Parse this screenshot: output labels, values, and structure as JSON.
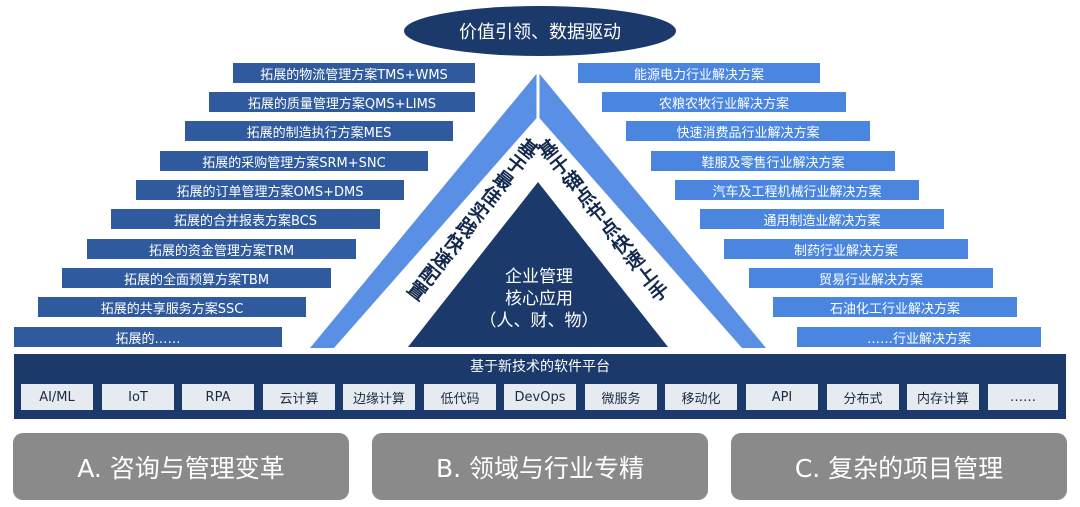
{
  "top_label": "价值引领、数据驱动",
  "left_items": [
    "拓展的物流管理方案TMS+WMS",
    "拓展的质量管理方案QMS+LIMS",
    "拓展的制造执行方案MES",
    "拓展的采购管理方案SRM+SNC",
    "拓展的订单管理方案OMS+DMS",
    "拓展的合并报表方案BCS",
    "拓展的资金管理方案TRM",
    "拓展的全面预算方案TBM",
    "拓展的共享服务方案SSC",
    "拓展的……"
  ],
  "right_items": [
    "能源电力行业解决方案",
    "农粮农牧行业解决方案",
    "快速消费品行业解决方案",
    "鞋服及零售行业解决方案",
    "汽车及工程机械行业解决方案",
    "通用制造业解决方案",
    "制药行业解决方案",
    "贸易行业解决方案",
    "石油化工行业解决方案",
    "……行业解决方案"
  ],
  "left_arm_text": "基于最佳实践快速配置",
  "right_arm_text": "基于锚点节点快速上手",
  "core": {
    "line1": "企业管理",
    "line2": "核心应用",
    "line3": "（人、财、物）"
  },
  "platform": {
    "title": "基于新技术的软件平台",
    "techs": [
      "AI/ML",
      "IoT",
      "RPA",
      "云计算",
      "边缘计算",
      "低代码",
      "DevOps",
      "微服务",
      "移动化",
      "API",
      "分布式",
      "内存计算",
      "……"
    ]
  },
  "bottom_boxes": [
    "A. 咨询与管理变革",
    "B. 领域与行业专精",
    "C. 复杂的项目管理"
  ],
  "colors": {
    "dark_navy": "#1b3a6b",
    "left_bar": "#2f5a9e",
    "right_bar": "#4a86e0",
    "triangle_arm": "#5a8fe6",
    "grey_box": "#8a8a8a"
  }
}
